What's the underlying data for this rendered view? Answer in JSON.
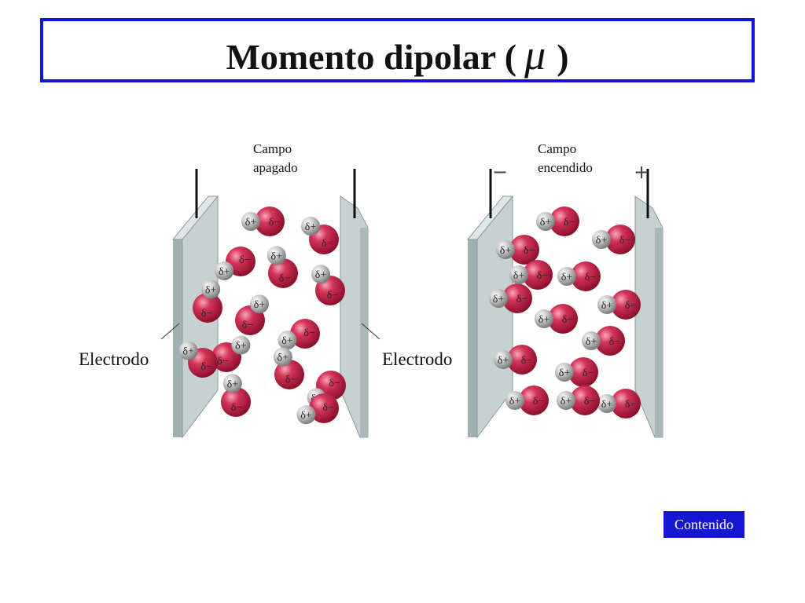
{
  "slide": {
    "title_prefix": "Momento dipolar (",
    "title_symbol": "μ",
    "title_suffix": ")",
    "contents_button": "Contenido"
  },
  "left_panel": {
    "field_label_line1": "Campo",
    "field_label_line2": "apagado",
    "electrode_label": "Electrodo"
  },
  "right_panel": {
    "field_label_line1": "Campo",
    "field_label_line2": "encendido",
    "electrode_label": "Electrodo",
    "left_terminal_sign": "−",
    "right_terminal_sign": "+"
  },
  "charge_labels": {
    "partial_negative": "δ−",
    "partial_positive": "δ+"
  },
  "colors": {
    "title_border": "#1414d8",
    "button_bg": "#1616d0",
    "oxygen": "#c81e46",
    "hydrogen": "#b4b4b4",
    "plate": "#c6d1d1"
  },
  "molecules_left": [
    {
      "ang": 180
    },
    {
      "ang": 135
    },
    {
      "ang": 210
    },
    {
      "ang": 110
    },
    {
      "ang": 120
    },
    {
      "ang": 80
    },
    {
      "ang": 60
    },
    {
      "ang": 200
    },
    {
      "ang": 40
    },
    {
      "ang": 110
    },
    {
      "ang": 220
    },
    {
      "ang": 100
    },
    {
      "ang": 200
    },
    {
      "ang": 140
    }
  ],
  "molecules_right": [
    {
      "ang": 180
    },
    {
      "ang": 180
    },
    {
      "ang": 180
    },
    {
      "ang": 180
    },
    {
      "ang": 180
    },
    {
      "ang": 180
    },
    {
      "ang": 180
    },
    {
      "ang": 180
    },
    {
      "ang": 180
    },
    {
      "ang": 180
    },
    {
      "ang": 180
    },
    {
      "ang": 180
    },
    {
      "ang": 180
    },
    {
      "ang": 180
    }
  ]
}
